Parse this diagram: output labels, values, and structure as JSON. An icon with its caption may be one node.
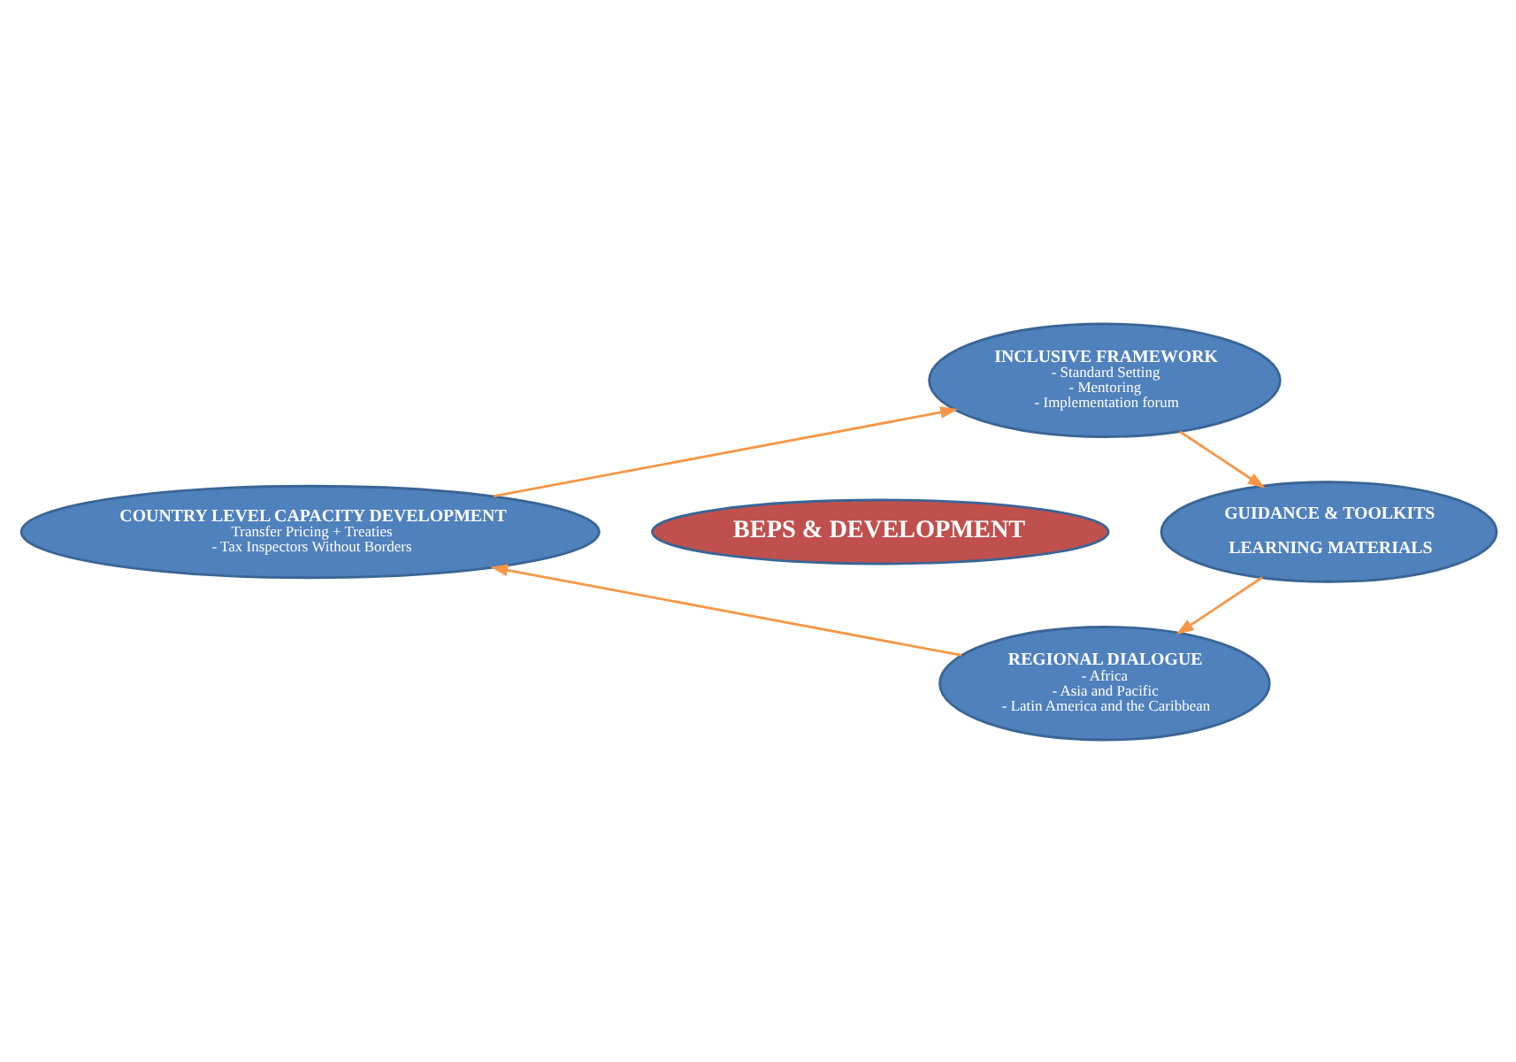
{
  "diagram": {
    "nodes": [
      {
        "text": [
          "INCLUSIVE FRAMEWORK",
          "- Standard Setting",
          "- Mentoring",
          "- Implementation forum"
        ]
      },
      {
        "text": [
          "GUIDANCE & TOOLKITS",
          "LEARNING MATERIALS"
        ]
      },
      {
        "text": [
          "REGIONAL DIALOGUE",
          "- Africa",
          "- Asia and Pacific",
          "- Latin America and the Caribbean"
        ]
      },
      {
        "text": [
          "COUNTRY LEVEL CAPACITY DEVELOPMENT",
          "Transfer Pricing + Treaties",
          "- Tax Inspectors Without Borders"
        ]
      },
      {
        "text": [
          "BEPS & DEVELOPMENT"
        ]
      }
    ],
    "edges": [
      {
        "from": 0,
        "to": 1,
        "arrow": "to"
      },
      {
        "from": 1,
        "to": 2,
        "arrow": "to"
      },
      {
        "from": 2,
        "to": 3,
        "arrow": "to"
      },
      {
        "from": 3,
        "to": 0,
        "arrow": "to"
      }
    ]
  }
}
